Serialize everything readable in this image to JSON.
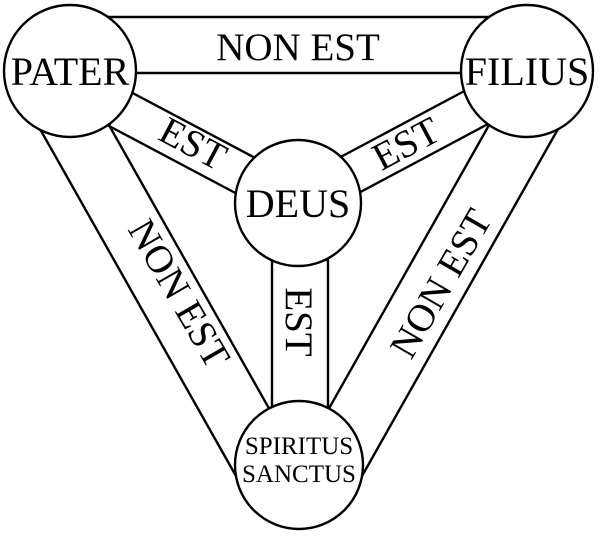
{
  "nodes": {
    "pater": "PATER",
    "filius": "FILIUS",
    "deus": "DEUS",
    "spiritus_line1": "SPIRITUS",
    "spiritus_line2": "SANCTUS"
  },
  "links": {
    "pater_filius": "NON EST",
    "pater_spiritus": "NON EST",
    "filius_spiritus": "NON EST",
    "pater_deus": "EST",
    "filius_deus": "EST",
    "spiritus_deus": "EST"
  },
  "colors": {
    "stroke": "#000000",
    "fill": "#ffffff"
  }
}
